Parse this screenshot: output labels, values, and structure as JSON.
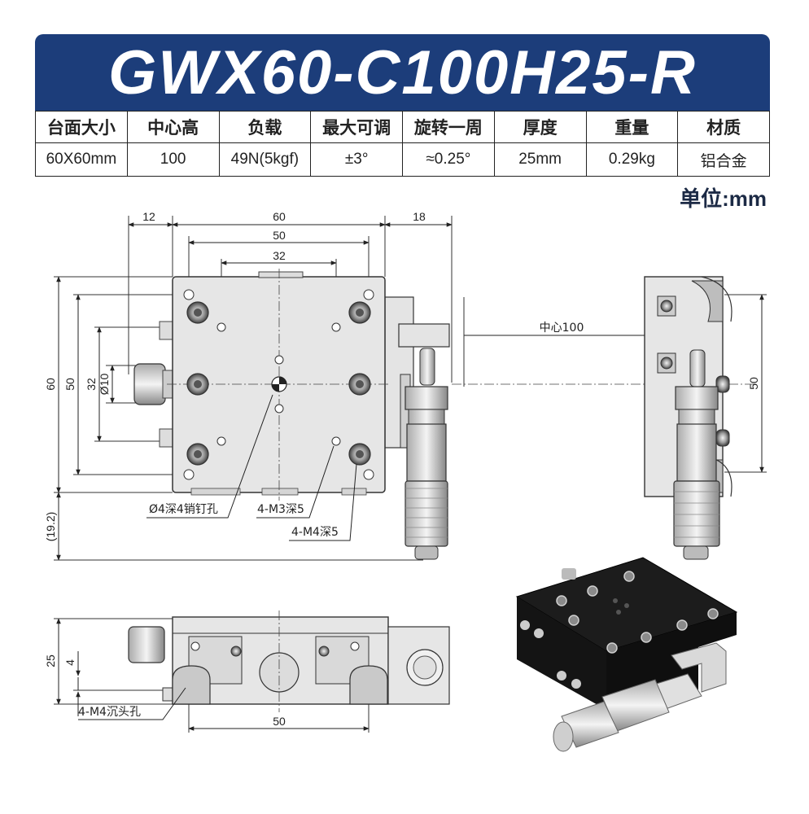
{
  "title": "GWX60-C100H25-R",
  "spec_table": {
    "headers": [
      "台面大小",
      "中心高",
      "负载",
      "最大可调",
      "旋转一周",
      "厚度",
      "重量",
      "材质"
    ],
    "values": [
      "60X60mm",
      "100",
      "49N(5kgf)",
      "±3°",
      "≈0.25°",
      "25mm",
      "0.29kg",
      "铝合金"
    ]
  },
  "unit_label": "单位:mm",
  "top_view": {
    "dim_12": "12",
    "dim_60": "60",
    "dim_50": "50",
    "dim_32": "32",
    "dim_18": "18",
    "left_60": "60",
    "left_50": "50",
    "left_32": "32",
    "dia_10": "Ø10",
    "dim_19_2": "(19.2)"
  },
  "callouts": {
    "pin_hole": "Ø4深4销钉孔",
    "m3": "4-M3深5",
    "m4": "4-M4深5",
    "counterbore": "4-M4沉头孔"
  },
  "side_view": {
    "center_label": "中心100",
    "dim_50": "50"
  },
  "front_view": {
    "dim_25": "25",
    "dim_4": "4",
    "dim_50": "50"
  },
  "colors": {
    "banner": "#1c3d7a",
    "part_fill": "#e6e6e6",
    "photo_body": "#1c1c1c"
  }
}
